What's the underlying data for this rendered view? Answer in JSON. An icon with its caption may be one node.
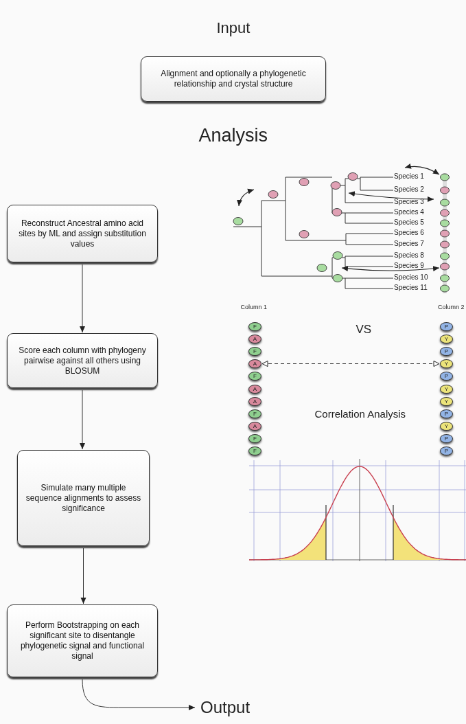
{
  "diagram": {
    "nodes": [
      {
        "text": [
          "Alignment and optionally a phylogenetic relationship and crystal structure"
        ]
      },
      {
        "text": [
          "Reconstruct Ancestral amino acid sites by ML and assign substitution values"
        ]
      },
      {
        "text": [
          "Score each column with phylogeny pairwise against all others using BLOSUM"
        ]
      },
      {
        "text": [
          "Simulate many multiple sequence alignments to assess significance"
        ]
      },
      {
        "text": [
          "Perform Bootstrapping on each significant site to disentangle phylogenetic signal and functional signal"
        ]
      },
      {
        "text": [
          "Output"
        ]
      },
      {
        "text": [
          "F"
        ]
      },
      {
        "text": [
          "A"
        ]
      },
      {
        "text": [
          "F"
        ]
      },
      {
        "text": [
          "A"
        ]
      },
      {
        "text": [
          "F"
        ]
      },
      {
        "text": [
          "A"
        ]
      },
      {
        "text": [
          "A"
        ]
      },
      {
        "text": [
          "F"
        ]
      },
      {
        "text": [
          "A"
        ]
      },
      {
        "text": [
          "F"
        ]
      },
      {
        "text": [
          "F"
        ]
      },
      {
        "text": [
          "P"
        ]
      },
      {
        "text": [
          "Y"
        ]
      },
      {
        "text": [
          "P"
        ]
      },
      {
        "text": [
          "Y"
        ]
      },
      {
        "text": [
          "P"
        ]
      },
      {
        "text": [
          "Y"
        ]
      },
      {
        "text": [
          "Y"
        ]
      },
      {
        "text": [
          "P"
        ]
      },
      {
        "text": [
          "Y"
        ]
      },
      {
        "text": [
          "P"
        ]
      },
      {
        "text": [
          "P"
        ]
      }
    ],
    "edges": [
      {
        "from": 1,
        "to": 2,
        "arrow": "to"
      },
      {
        "from": 2,
        "to": 3,
        "arrow": "to"
      },
      {
        "from": 3,
        "to": 4,
        "arrow": "to"
      },
      {
        "from": 4,
        "to": 5,
        "arrow": "to"
      },
      {
        "from": 9,
        "to": 20,
        "arrow": "both",
        "style": "dashed"
      }
    ],
    "labels": [
      "Input",
      "Analysis",
      "Species 1",
      "Species 2",
      "Species 3",
      "Species 4",
      "Species 5",
      "Species 6",
      "Species 7",
      "Species 8",
      "Species 9",
      "Species 10",
      "Species 11",
      "Column 1",
      "Column 2",
      "VS",
      "Correlation Analysis"
    ]
  }
}
